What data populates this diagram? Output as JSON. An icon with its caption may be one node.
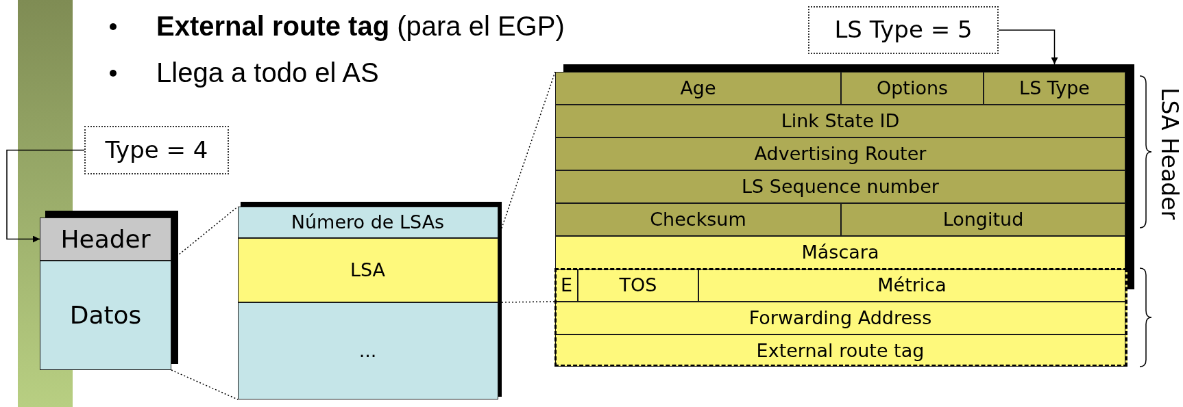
{
  "diagram": {
    "nodes": [
      {
        "text": [
          "Type = 4"
        ]
      },
      {
        "text": [
          "Header"
        ]
      },
      {
        "text": [
          "Datos"
        ]
      },
      {
        "text": [],
        "shape": "box"
      },
      {
        "text": [
          "Número de LSAs"
        ],
        "in": 3
      },
      {
        "text": [
          "LSA"
        ],
        "in": 3
      },
      {
        "text": [
          "..."
        ],
        "in": 3
      },
      {
        "text": [
          "LS Type = 5"
        ]
      },
      {
        "text": [
          "Age"
        ]
      },
      {
        "text": [
          "Options"
        ]
      },
      {
        "text": [
          "LS Type"
        ]
      },
      {
        "text": [
          "Link State ID"
        ]
      },
      {
        "text": [
          "Advertising Router"
        ]
      },
      {
        "text": [
          "LS Sequence number"
        ]
      },
      {
        "text": [
          "Checksum"
        ]
      },
      {
        "text": [
          "Longitud"
        ]
      },
      {
        "text": [
          "Máscara"
        ]
      },
      {
        "text": [],
        "shape": "box"
      },
      {
        "text": [
          "E"
        ],
        "in": 17
      },
      {
        "text": [
          "TOS"
        ],
        "in": 17
      },
      {
        "text": [
          "Métrica"
        ],
        "in": 17
      },
      {
        "text": [
          "Forwarding Address"
        ],
        "in": 17
      },
      {
        "text": [
          "External route tag"
        ],
        "in": 17
      }
    ],
    "edges": [
      {
        "from": 0,
        "to": 1,
        "arrow": "to"
      },
      {
        "from": 2,
        "to": 3,
        "arrow": "none",
        "style": "dashed"
      },
      {
        "from": 2,
        "to": 3,
        "arrow": "none",
        "style": "dashed"
      },
      {
        "from": 5,
        "to": 8,
        "arrow": "none",
        "style": "dashed"
      },
      {
        "from": 5,
        "to": 17,
        "arrow": "none",
        "style": "dashed"
      },
      {
        "from": 7,
        "to": 10,
        "arrow": "to"
      }
    ],
    "labels": [
      "**External route tag** (para el EGP)",
      "Llega a todo el AS",
      "LSA Header"
    ]
  }
}
